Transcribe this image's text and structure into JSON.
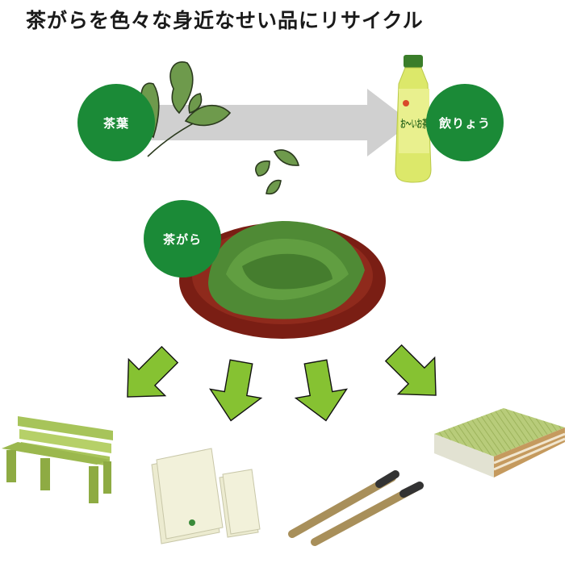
{
  "title": "茶がらを色々な身近なせい品にリサイクル",
  "labels": {
    "tea_leaves": "茶葉",
    "drink": "飲りょう",
    "tea_grounds": "茶がら"
  },
  "bottle_label": "お〜いお茶",
  "colors": {
    "circle_green": "#1b8a37",
    "arrow_green": "#86c232",
    "flow_arrow_gray": "#d0d0d0",
    "plate_red": "#7a1e14",
    "tea_green": "#4f8a35",
    "bench_green": "#a7c45a"
  },
  "icons": [
    "tea-leaf-icon",
    "tea-bottle-icon",
    "tea-plate-icon",
    "bench-icon",
    "envelope-icon",
    "pen-icon",
    "tatami-icon"
  ]
}
